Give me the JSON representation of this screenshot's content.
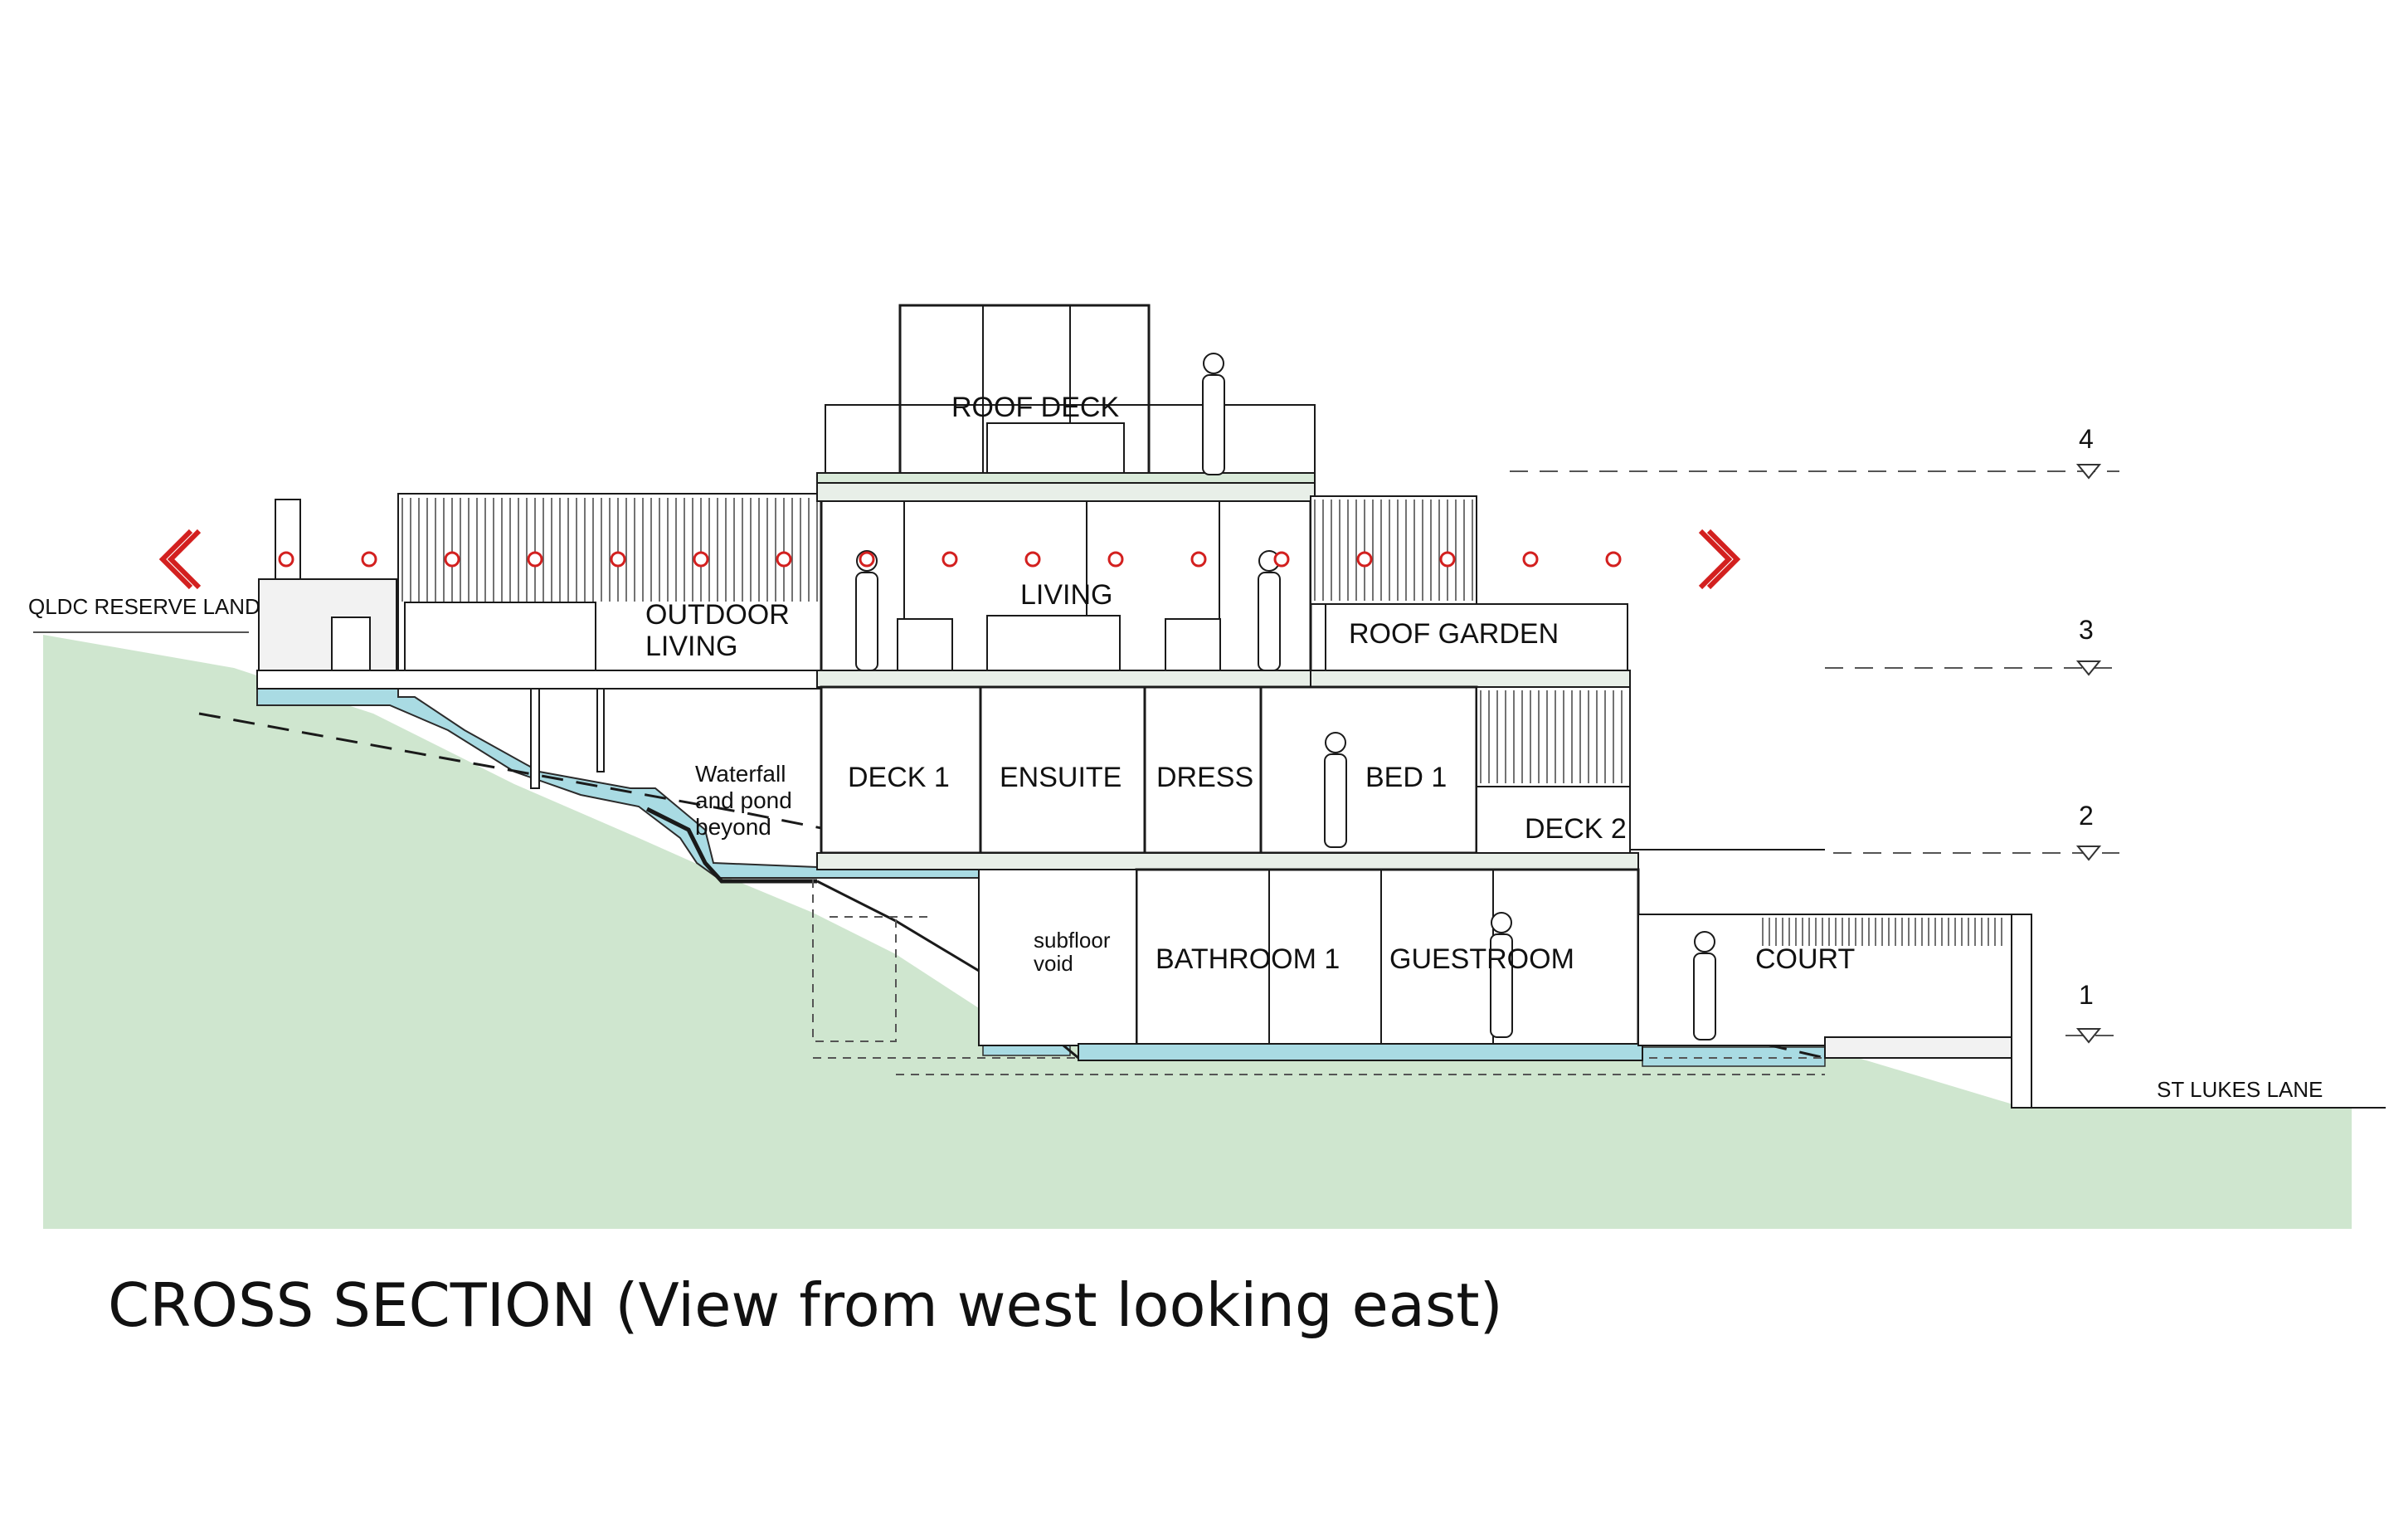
{
  "title": "CROSS SECTION (View from west looking east)",
  "site_labels": {
    "west": "QLDC RESERVE LAND",
    "east": "ST LUKES LANE"
  },
  "levels": [
    "1",
    "2",
    "3",
    "4"
  ],
  "rooms": {
    "roof_deck": "ROOF DECK",
    "living": "LIVING",
    "outdoor_living": [
      "OUTDOOR",
      "LIVING"
    ],
    "roof_garden": "ROOF GARDEN",
    "deck1": "DECK 1",
    "ensuite": "ENSUITE",
    "dress": "DRESS",
    "bed1": "BED 1",
    "deck2": "DECK 2",
    "bathroom1": "BATHROOM 1",
    "guestroom": "GUESTROOM",
    "court": "COURT"
  },
  "notes": {
    "waterfall": [
      "Waterfall",
      "and pond",
      "beyond"
    ],
    "subfloor": [
      "subfloor",
      "void"
    ]
  },
  "colors": {
    "ground": "#cfe6cf",
    "water": "#a9dbe3",
    "marker": "#d3201f",
    "line": "#1a1a1a"
  }
}
